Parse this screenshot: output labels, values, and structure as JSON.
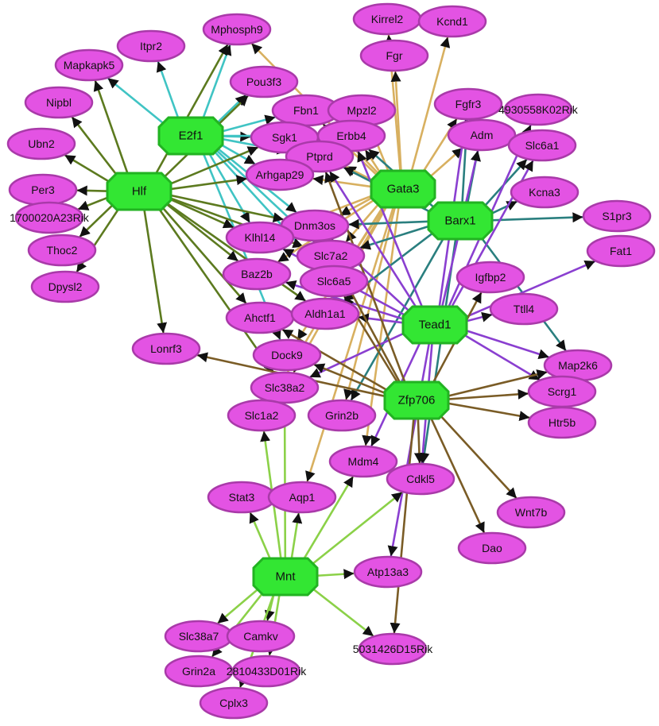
{
  "colors": {
    "E2f1": "#40c4c4",
    "Hlf": "#5c7a1f",
    "Gata3": "#d8b060",
    "Barx1": "#2a7f7f",
    "Tead1": "#8a3fd0",
    "Zfp706": "#7a5c26",
    "Mnt": "#8bd148"
  },
  "network": {
    "tfs": [
      {
        "id": "E2f1",
        "label": "E2f1"
      },
      {
        "id": "Hlf",
        "label": "Hlf"
      },
      {
        "id": "Gata3",
        "label": "Gata3"
      },
      {
        "id": "Barx1",
        "label": "Barx1"
      },
      {
        "id": "Tead1",
        "label": "Tead1"
      },
      {
        "id": "Zfp706",
        "label": "Zfp706"
      },
      {
        "id": "Mnt",
        "label": "Mnt"
      }
    ],
    "genes": [
      {
        "id": "Mphosph9",
        "label": "Mphosph9"
      },
      {
        "id": "Itpr2",
        "label": "Itpr2"
      },
      {
        "id": "Mapkapk5",
        "label": "Mapkapk5"
      },
      {
        "id": "Nipbl",
        "label": "Nipbl"
      },
      {
        "id": "Ubn2",
        "label": "Ubn2"
      },
      {
        "id": "Per3",
        "label": "Per3"
      },
      {
        "id": "1700020A23Rik",
        "label": "1700020A23Rik"
      },
      {
        "id": "Thoc2",
        "label": "Thoc2"
      },
      {
        "id": "Dpysl2",
        "label": "Dpysl2"
      },
      {
        "id": "Lonrf3",
        "label": "Lonrf3"
      },
      {
        "id": "Pou3f3",
        "label": "Pou3f3"
      },
      {
        "id": "Fbn1",
        "label": "Fbn1"
      },
      {
        "id": "Mpzl2",
        "label": "Mpzl2"
      },
      {
        "id": "Sgk1",
        "label": "Sgk1"
      },
      {
        "id": "Erbb4",
        "label": "Erbb4"
      },
      {
        "id": "Ptprd",
        "label": "Ptprd"
      },
      {
        "id": "Arhgap29",
        "label": "Arhgap29"
      },
      {
        "id": "Dnm3os",
        "label": "Dnm3os"
      },
      {
        "id": "Klhl14",
        "label": "Klhl14"
      },
      {
        "id": "Slc7a2",
        "label": "Slc7a2"
      },
      {
        "id": "Baz2b",
        "label": "Baz2b"
      },
      {
        "id": "Slc6a5",
        "label": "Slc6a5"
      },
      {
        "id": "Ahctf1",
        "label": "Ahctf1"
      },
      {
        "id": "Aldh1a1",
        "label": "Aldh1a1"
      },
      {
        "id": "Dock9",
        "label": "Dock9"
      },
      {
        "id": "Slc38a2",
        "label": "Slc38a2"
      },
      {
        "id": "Slc1a2",
        "label": "Slc1a2"
      },
      {
        "id": "Grin2b",
        "label": "Grin2b"
      },
      {
        "id": "Kirrel2",
        "label": "Kirrel2"
      },
      {
        "id": "Kcnd1",
        "label": "Kcnd1"
      },
      {
        "id": "Fgr",
        "label": "Fgr"
      },
      {
        "id": "Fgfr3",
        "label": "Fgfr3"
      },
      {
        "id": "4930558K02Rik",
        "label": "4930558K02Rik"
      },
      {
        "id": "Adm",
        "label": "Adm"
      },
      {
        "id": "Slc6a1",
        "label": "Slc6a1"
      },
      {
        "id": "Kcna3",
        "label": "Kcna3"
      },
      {
        "id": "S1pr3",
        "label": "S1pr3"
      },
      {
        "id": "Fat1",
        "label": "Fat1"
      },
      {
        "id": "Igfbp2",
        "label": "Igfbp2"
      },
      {
        "id": "Ttll4",
        "label": "Ttll4"
      },
      {
        "id": "Map2k6",
        "label": "Map2k6"
      },
      {
        "id": "Scrg1",
        "label": "Scrg1"
      },
      {
        "id": "Htr5b",
        "label": "Htr5b"
      },
      {
        "id": "Mdm4",
        "label": "Mdm4"
      },
      {
        "id": "Cdkl5",
        "label": "Cdkl5"
      },
      {
        "id": "Wnt7b",
        "label": "Wnt7b"
      },
      {
        "id": "Dao",
        "label": "Dao"
      },
      {
        "id": "Stat3",
        "label": "Stat3"
      },
      {
        "id": "Aqp1",
        "label": "Aqp1"
      },
      {
        "id": "Atp13a3",
        "label": "Atp13a3"
      },
      {
        "id": "5031426D15Rik",
        "label": "5031426D15Rik"
      },
      {
        "id": "Slc38a7",
        "label": "Slc38a7"
      },
      {
        "id": "Camkv",
        "label": "Camkv"
      },
      {
        "id": "Grin2a",
        "label": "Grin2a"
      },
      {
        "id": "2810433D01Rik",
        "label": "2810433D01Rik"
      },
      {
        "id": "Cplx3",
        "label": "Cplx3"
      }
    ],
    "edges": [
      [
        "E2f1",
        "Mphosph9"
      ],
      [
        "E2f1",
        "Itpr2"
      ],
      [
        "E2f1",
        "Mapkapk5"
      ],
      [
        "E2f1",
        "Pou3f3"
      ],
      [
        "E2f1",
        "Fbn1"
      ],
      [
        "E2f1",
        "Sgk1"
      ],
      [
        "E2f1",
        "Erbb4"
      ],
      [
        "E2f1",
        "Ptprd"
      ],
      [
        "E2f1",
        "Arhgap29"
      ],
      [
        "E2f1",
        "Dnm3os"
      ],
      [
        "E2f1",
        "Klhl14"
      ],
      [
        "E2f1",
        "Slc7a2"
      ],
      [
        "E2f1",
        "Slc6a5"
      ],
      [
        "E2f1",
        "Dock9"
      ],
      [
        "Hlf",
        "Mapkapk5"
      ],
      [
        "Hlf",
        "Nipbl"
      ],
      [
        "Hlf",
        "Ubn2"
      ],
      [
        "Hlf",
        "Per3"
      ],
      [
        "Hlf",
        "1700020A23Rik"
      ],
      [
        "Hlf",
        "Thoc2"
      ],
      [
        "Hlf",
        "Dpysl2"
      ],
      [
        "Hlf",
        "Lonrf3"
      ],
      [
        "Hlf",
        "Mphosph9"
      ],
      [
        "Hlf",
        "Pou3f3"
      ],
      [
        "Hlf",
        "Sgk1"
      ],
      [
        "Hlf",
        "Arhgap29"
      ],
      [
        "Hlf",
        "Dnm3os"
      ],
      [
        "Hlf",
        "Klhl14"
      ],
      [
        "Hlf",
        "Baz2b"
      ],
      [
        "Hlf",
        "Ahctf1"
      ],
      [
        "Hlf",
        "Slc38a2"
      ],
      [
        "Hlf",
        "Slc7a2"
      ],
      [
        "Hlf",
        "Aldh1a1"
      ],
      [
        "Gata3",
        "Kirrel2"
      ],
      [
        "Gata3",
        "Fgr"
      ],
      [
        "Gata3",
        "Kcnd1"
      ],
      [
        "Gata3",
        "Mphosph9"
      ],
      [
        "Gata3",
        "Fbn1"
      ],
      [
        "Gata3",
        "Mpzl2"
      ],
      [
        "Gata3",
        "Erbb4"
      ],
      [
        "Gata3",
        "Ptprd"
      ],
      [
        "Gata3",
        "Sgk1"
      ],
      [
        "Gata3",
        "Fgfr3"
      ],
      [
        "Gata3",
        "Adm"
      ],
      [
        "Gata3",
        "Arhgap29"
      ],
      [
        "Gata3",
        "Dnm3os"
      ],
      [
        "Gata3",
        "Klhl14"
      ],
      [
        "Gata3",
        "Slc7a2"
      ],
      [
        "Gata3",
        "Baz2b"
      ],
      [
        "Gata3",
        "Slc6a5"
      ],
      [
        "Gata3",
        "Aldh1a1"
      ],
      [
        "Gata3",
        "Dock9"
      ],
      [
        "Gata3",
        "Slc38a2"
      ],
      [
        "Gata3",
        "Slc1a2"
      ],
      [
        "Gata3",
        "Grin2b"
      ],
      [
        "Gata3",
        "Aqp1"
      ],
      [
        "Gata3",
        "Mdm4"
      ],
      [
        "Barx1",
        "S1pr3"
      ],
      [
        "Barx1",
        "Kcna3"
      ],
      [
        "Barx1",
        "Slc6a1"
      ],
      [
        "Barx1",
        "Adm"
      ],
      [
        "Barx1",
        "Fgfr3"
      ],
      [
        "Barx1",
        "Erbb4"
      ],
      [
        "Barx1",
        "Ptprd"
      ],
      [
        "Barx1",
        "Dnm3os"
      ],
      [
        "Barx1",
        "Slc7a2"
      ],
      [
        "Barx1",
        "Map2k6"
      ],
      [
        "Barx1",
        "Cdkl5"
      ],
      [
        "Barx1",
        "Grin2b"
      ],
      [
        "Barx1",
        "Aldh1a1"
      ],
      [
        "Tead1",
        "Fat1"
      ],
      [
        "Tead1",
        "Ttll4"
      ],
      [
        "Tead1",
        "Slc6a1"
      ],
      [
        "Tead1",
        "4930558K02Rik"
      ],
      [
        "Tead1",
        "Adm"
      ],
      [
        "Tead1",
        "Fgfr3"
      ],
      [
        "Tead1",
        "Ptprd"
      ],
      [
        "Tead1",
        "Erbb4"
      ],
      [
        "Tead1",
        "Dnm3os"
      ],
      [
        "Tead1",
        "Baz2b"
      ],
      [
        "Tead1",
        "Aldh1a1"
      ],
      [
        "Tead1",
        "Map2k6"
      ],
      [
        "Tead1",
        "Scrg1"
      ],
      [
        "Tead1",
        "Slc38a2"
      ],
      [
        "Tead1",
        "Cdkl5"
      ],
      [
        "Tead1",
        "Mdm4"
      ],
      [
        "Tead1",
        "Atp13a3"
      ],
      [
        "Tead1",
        "Klhl14"
      ],
      [
        "Zfp706",
        "Lonrf3"
      ],
      [
        "Zfp706",
        "Htr5b"
      ],
      [
        "Zfp706",
        "Scrg1"
      ],
      [
        "Zfp706",
        "Map2k6"
      ],
      [
        "Zfp706",
        "Igfbp2"
      ],
      [
        "Zfp706",
        "Wnt7b"
      ],
      [
        "Zfp706",
        "Dao"
      ],
      [
        "Zfp706",
        "Cdkl5"
      ],
      [
        "Zfp706",
        "5031426D15Rik"
      ],
      [
        "Zfp706",
        "Slc6a5"
      ],
      [
        "Zfp706",
        "Ahctf1"
      ],
      [
        "Zfp706",
        "Dock9"
      ],
      [
        "Zfp706",
        "Slc7a2"
      ],
      [
        "Zfp706",
        "Ptprd"
      ],
      [
        "Mnt",
        "Slc1a2"
      ],
      [
        "Mnt",
        "Slc38a2"
      ],
      [
        "Mnt",
        "Stat3"
      ],
      [
        "Mnt",
        "Aqp1"
      ],
      [
        "Mnt",
        "Mdm4"
      ],
      [
        "Mnt",
        "Cdkl5"
      ],
      [
        "Mnt",
        "Atp13a3"
      ],
      [
        "Mnt",
        "5031426D15Rik"
      ],
      [
        "Mnt",
        "Slc38a7"
      ],
      [
        "Mnt",
        "Camkv"
      ],
      [
        "Mnt",
        "Grin2a"
      ],
      [
        "Mnt",
        "2810433D01Rik"
      ],
      [
        "Mnt",
        "Cplx3"
      ]
    ]
  }
}
